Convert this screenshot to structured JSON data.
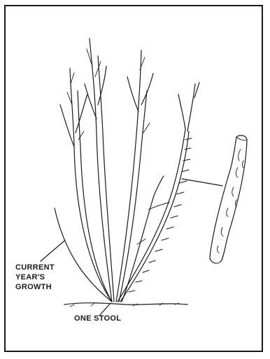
{
  "labels": {
    "growth": [
      "CURRENT",
      "YEAR'S",
      "GROWTH"
    ],
    "stool": "ONE STOOL"
  },
  "colors": {
    "ink": "#1a1a1a",
    "paper": "#ffffff"
  }
}
